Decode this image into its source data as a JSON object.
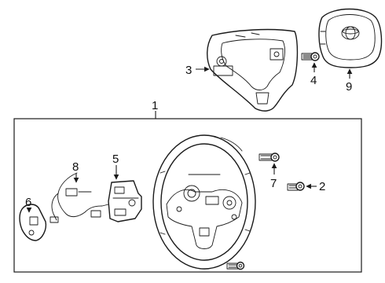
{
  "diagram": {
    "labels": {
      "assembly": "1",
      "bolt_right": "2",
      "cover": "3",
      "screw_cover": "4",
      "switch_plate": "5",
      "paddle": "6",
      "bolt_wheel": "7",
      "harness": "8",
      "airbag": "9"
    }
  }
}
